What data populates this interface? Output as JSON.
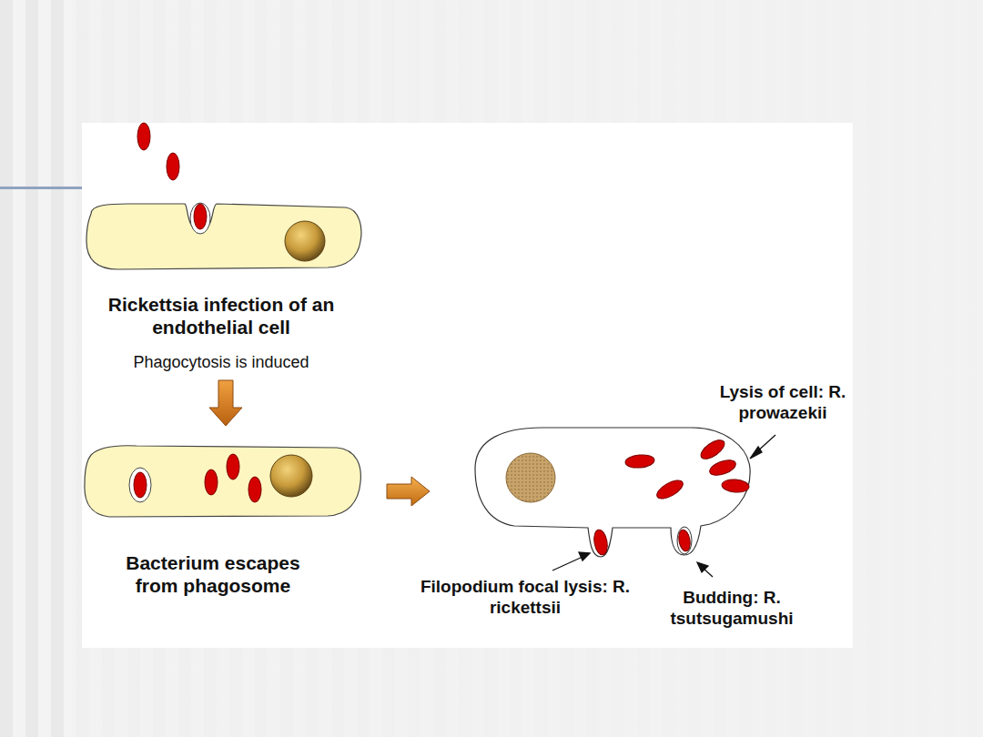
{
  "diagram": {
    "labels": [
      "Rickettsia infection of an endothelial cell",
      "Phagocytosis is induced",
      "Bacterium escapes from phagosome",
      "Lysis of cell: R. prowazekii",
      "Filopodium focal lysis: R. rickettsii",
      "Budding: R. tsutsugamushi"
    ]
  }
}
